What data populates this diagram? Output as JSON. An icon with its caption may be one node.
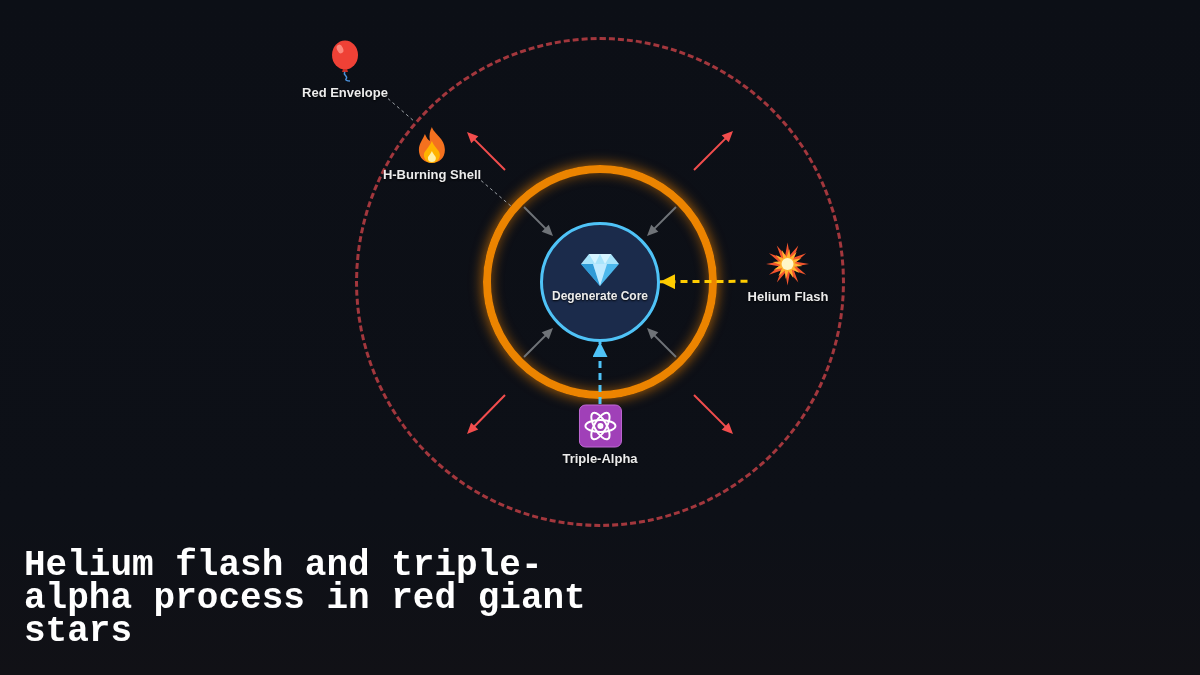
{
  "diagram": {
    "title": "Helium flash and triple-alpha process in red giant stars",
    "nodes": [
      {
        "text": [
          "Red Envelope"
        ]
      },
      {
        "text": [],
        "shape": "circle"
      },
      {
        "text": [
          "H-Burning Shell"
        ],
        "in": 1
      },
      {
        "text": [],
        "shape": "ring",
        "in": 1
      },
      {
        "text": [
          "Degenerate Core"
        ],
        "in": 3
      },
      {
        "text": [
          "Helium Flash"
        ],
        "in": 1
      },
      {
        "text": [
          "Triple-Alpha"
        ],
        "in": 1
      }
    ],
    "edges": [
      {
        "from": 0,
        "to": 1,
        "arrow": "none",
        "style": "dashed"
      },
      {
        "from": 2,
        "to": 3,
        "arrow": "none",
        "style": "dashed"
      },
      {
        "from": 5,
        "to": 4,
        "arrow": "to",
        "style": "dashed",
        "color": "#ffcc00"
      },
      {
        "from": 6,
        "to": 4,
        "arrow": "to",
        "style": "dashed",
        "color": "#4fc3f7"
      }
    ]
  }
}
